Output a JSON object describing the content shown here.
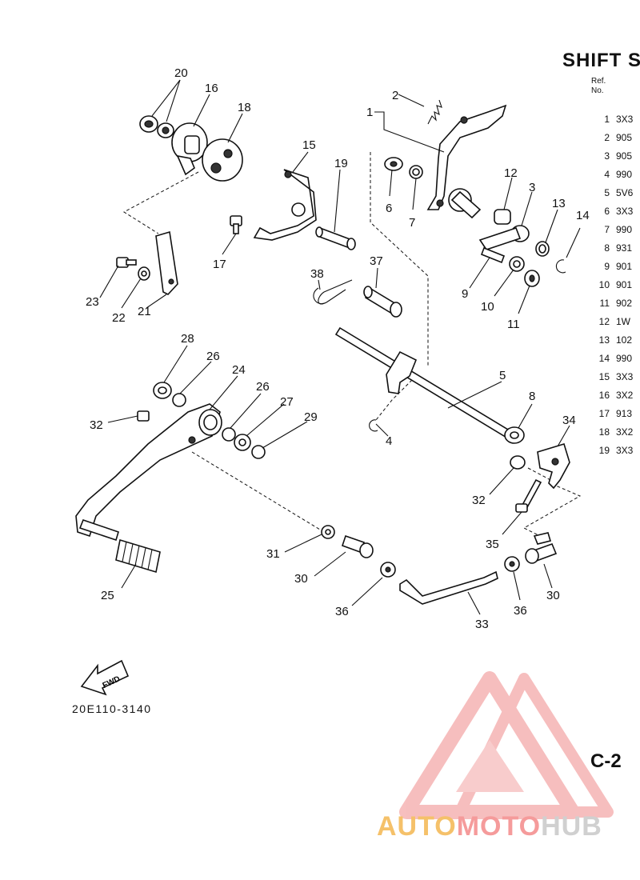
{
  "title": "SHIFT S",
  "table_header": {
    "ref": "Ref.",
    "no": "No."
  },
  "parts": [
    {
      "ref": "1",
      "pn": "3X3"
    },
    {
      "ref": "2",
      "pn": "905"
    },
    {
      "ref": "3",
      "pn": "905"
    },
    {
      "ref": "4",
      "pn": "990"
    },
    {
      "ref": "5",
      "pn": "5V6"
    },
    {
      "ref": "6",
      "pn": "3X3"
    },
    {
      "ref": "7",
      "pn": "990"
    },
    {
      "ref": "8",
      "pn": "931"
    },
    {
      "ref": "9",
      "pn": "901"
    },
    {
      "ref": "10",
      "pn": "901"
    },
    {
      "ref": "11",
      "pn": "902"
    },
    {
      "ref": "12",
      "pn": "1W"
    },
    {
      "ref": "13",
      "pn": "102"
    },
    {
      "ref": "14",
      "pn": "990"
    },
    {
      "ref": "15",
      "pn": "3X3"
    },
    {
      "ref": "16",
      "pn": "3X2"
    },
    {
      "ref": "17",
      "pn": "913"
    },
    {
      "ref": "18",
      "pn": "3X2"
    },
    {
      "ref": "19",
      "pn": "3X3"
    }
  ],
  "callouts": {
    "c1": "1",
    "c2": "2",
    "c3": "3",
    "c4": "4",
    "c5": "5",
    "c6": "6",
    "c7": "7",
    "c8": "8",
    "c9": "9",
    "c10": "10",
    "c11": "11",
    "c12": "12",
    "c13": "13",
    "c14": "14",
    "c15": "15",
    "c16": "16",
    "c17": "17",
    "c18": "18",
    "c19": "19",
    "c20": "20",
    "c21": "21",
    "c22": "22",
    "c23": "23",
    "c24": "24",
    "c25": "25",
    "c26a": "26",
    "c26b": "26",
    "c27": "27",
    "c28": "28",
    "c29": "29",
    "c30a": "30",
    "c30b": "30",
    "c31": "31",
    "c32a": "32",
    "c32b": "32",
    "c33": "33",
    "c34": "34",
    "c35": "35",
    "c36a": "36",
    "c36b": "36",
    "c37": "37",
    "c38": "38"
  },
  "fwd_label": "FWD",
  "drawing_code": "20E110-3140",
  "page_number": "C-2",
  "watermark": {
    "part1": "AUTO",
    "part2": "MOTO",
    "part3": "HUB"
  }
}
